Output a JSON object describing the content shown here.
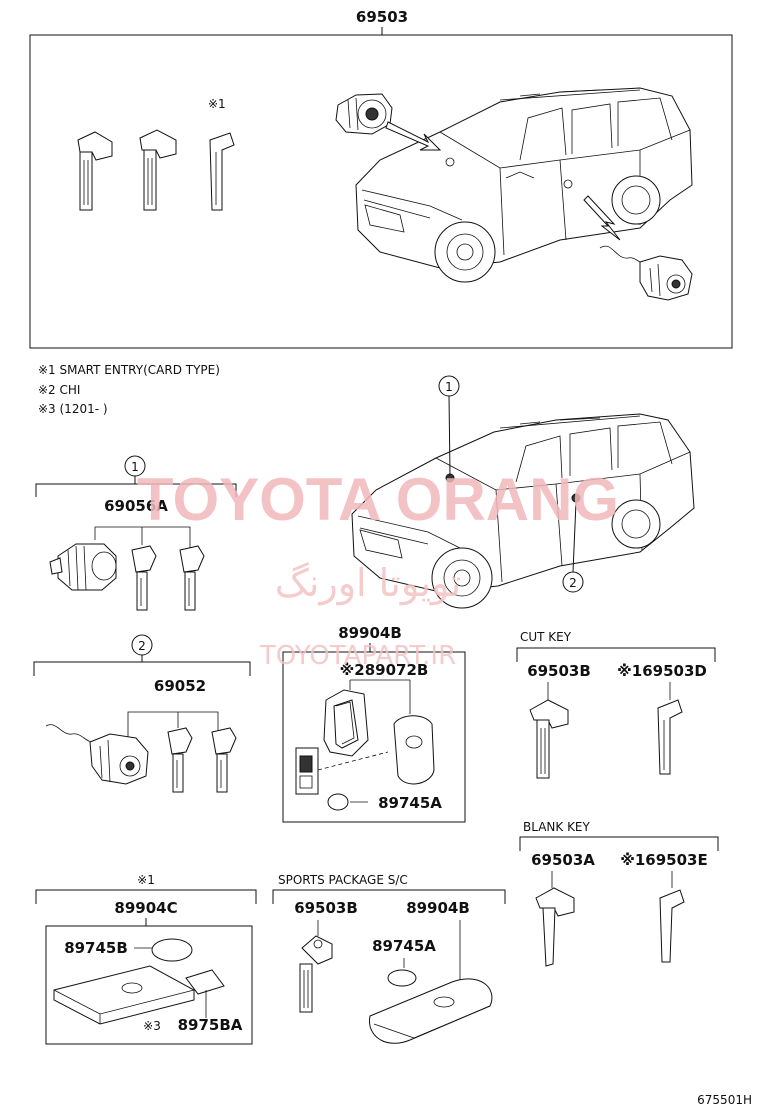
{
  "labels": {
    "top_box_part": "69503",
    "note1_marker": "※1",
    "legend_1": "※1 SMART ENTRY(CARD TYPE)",
    "legend_2": "※2 CHI",
    "legend_3": "※3 (1201-          )",
    "marker_1": "1",
    "marker_2": "2",
    "p69056A": "69056A",
    "p69052": "69052",
    "p89904B": "89904B",
    "note2_p89072B": "※289072B",
    "p89745A": "89745A",
    "cut_key": "CUT KEY",
    "p69503B": "69503B",
    "note1_p69503D": "※169503D",
    "blank_key": "BLANK KEY",
    "p69503A": "69503A",
    "note1_p69503E": "※169503E",
    "card_note": "※1",
    "p89904C": "89904C",
    "p89745B": "89745B",
    "note3_p8975BA_mark": "※3",
    "p8975BA": "8975BA",
    "sports_package": "SPORTS PACKAGE S/C",
    "sp_69503B": "69503B",
    "sp_89904B": "89904B",
    "sp_89745A": "89745A",
    "figure_code": "675501H"
  },
  "watermark": {
    "brand": "TOYOTA ORANG",
    "persian": "تویوتا اورنگ",
    "site": "TOYOTAPART.IR"
  },
  "colors": {
    "line": "#111111",
    "watermark": "#f2b8bb"
  }
}
